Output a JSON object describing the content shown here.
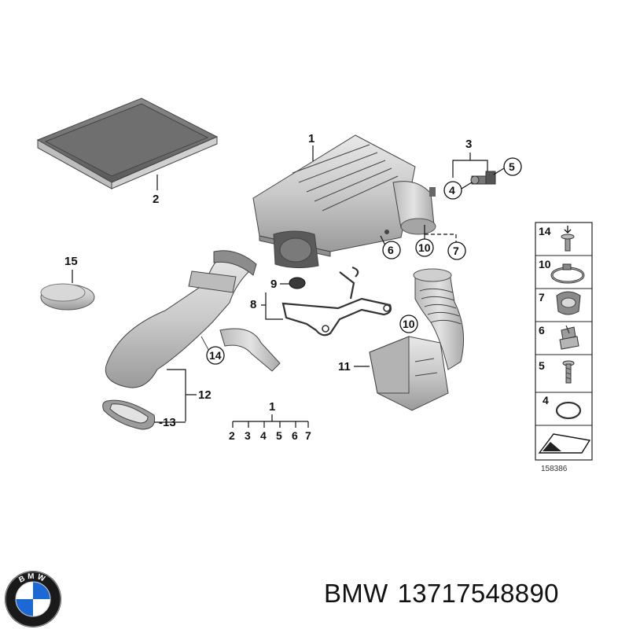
{
  "diagram": {
    "callouts": {
      "p1": "1",
      "p2": "2",
      "p3": "3",
      "p4": "4",
      "p5": "5",
      "p6": "6",
      "p7": "7",
      "p8": "8",
      "p9": "9",
      "p10a": "10",
      "p10b": "10",
      "p11": "11",
      "p12": "12",
      "p13": "-13",
      "p14": "14",
      "p15": "15"
    },
    "assembly_tree": {
      "parent": "1",
      "children": [
        "2",
        "3",
        "4",
        "5",
        "6",
        "7"
      ]
    },
    "legend": {
      "items": [
        {
          "number": "14",
          "icon": "push-rivet-icon"
        },
        {
          "number": "10",
          "icon": "hose-clamp-icon"
        },
        {
          "number": "7",
          "icon": "bracket-clip-icon"
        },
        {
          "number": "6",
          "icon": "grommet-clip-icon"
        },
        {
          "number": "5",
          "icon": "screw-icon"
        },
        {
          "number": "4",
          "icon": "o-ring-icon"
        }
      ],
      "sheet_number": "158386"
    }
  },
  "caption": {
    "brand": "BMW",
    "part_number": "13717548890"
  },
  "logo": {
    "letters": "BMW",
    "colors": {
      "blue": "#1c69d4",
      "white": "#ffffff",
      "ring": "#1a1a1a"
    }
  }
}
